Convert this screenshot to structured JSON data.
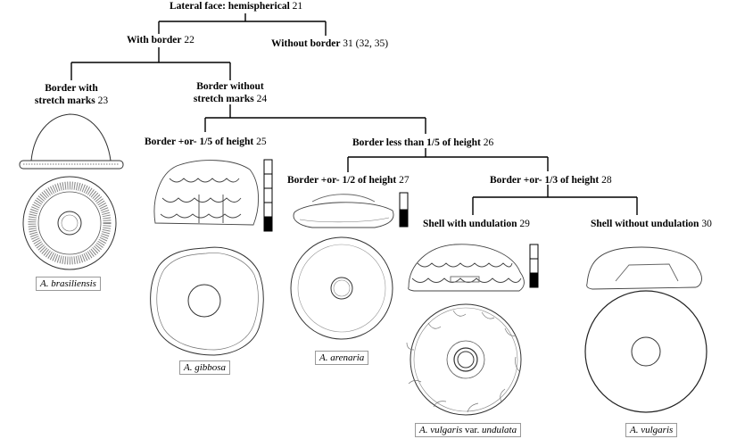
{
  "nodes": {
    "n21": {
      "label": "Lateral face: hemispherical",
      "num": "21"
    },
    "n22": {
      "label": "With border",
      "num": "22"
    },
    "n31": {
      "label": "Without border",
      "num": "31 (32, 35)"
    },
    "n23": {
      "label_line1": "Border with",
      "label_line2": "stretch marks",
      "num": "23"
    },
    "n24": {
      "label_line1": "Border without",
      "label_line2": "stretch marks",
      "num": "24"
    },
    "n25": {
      "label": "Border +or- 1/5 of height",
      "num": "25"
    },
    "n26": {
      "label": "Border less than 1/5 of height",
      "num": "26"
    },
    "n27": {
      "label": "Border +or- 1/2 of height",
      "num": "27"
    },
    "n28": {
      "label": "Border +or- 1/3 of height",
      "num": "28"
    },
    "n29": {
      "label": "Shell with undulation",
      "num": "29"
    },
    "n30": {
      "label": "Shell without undulation",
      "num": "30"
    }
  },
  "species": {
    "brasiliensis": "A. brasiliensis",
    "gibbosa": "A. gibbosa",
    "arenaria": "A. arenaria",
    "undulata_a": "A. vulgaris",
    "undulata_b": "var.",
    "undulata_c": "undulata",
    "vulgaris": "A. vulgaris"
  },
  "scale_bars": {
    "gibbosa_filled_fraction": 0.2,
    "arenaria_filled_fraction": 0.5,
    "undulata_filled_fraction": 0.33
  }
}
